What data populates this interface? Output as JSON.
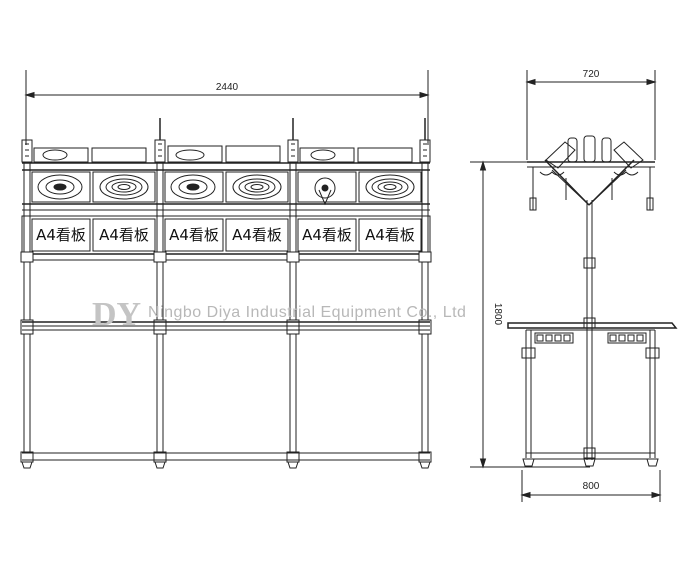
{
  "dimensions": {
    "front_width": "2440",
    "side_top_width": "720",
    "side_height": "1800",
    "side_bottom_width": "800"
  },
  "signboards": [
    "A4看板",
    "A4看板",
    "A4看板",
    "A4看板",
    "A4看板",
    "A4看板"
  ],
  "watermark": {
    "logo": "DY",
    "company": "Ningbo Diya Industrial Equipment Co., Ltd"
  }
}
